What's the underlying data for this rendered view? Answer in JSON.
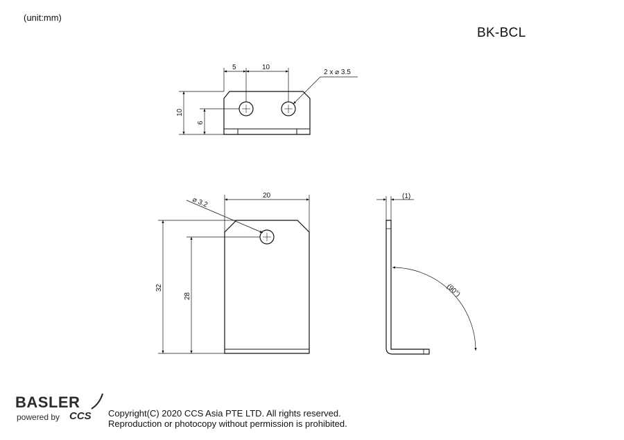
{
  "header": {
    "unit_label": "(unit:mm)",
    "part_number": "BK-BCL"
  },
  "top_view": {
    "dim_5": "5",
    "dim_10_horizontal": "10",
    "hole_callout": "2 x ⌀ 3.5",
    "dim_10_vertical": "10",
    "dim_6": "6"
  },
  "front_view": {
    "dim_width": "20",
    "hole_callout": "⌀ 3.2",
    "dim_height": "32",
    "dim_hole_height": "28"
  },
  "side_view": {
    "thickness": "(1)",
    "angle": "(90°)"
  },
  "footer": {
    "brand_name": "BASLER",
    "powered_by": "powered by",
    "ccs": "CCS",
    "copyright_line1": "Copyright(C) 2020 CCS Asia PTE LTD. All rights reserved.",
    "copyright_line2": "Reproduction or photocopy without permission is prohibited."
  }
}
